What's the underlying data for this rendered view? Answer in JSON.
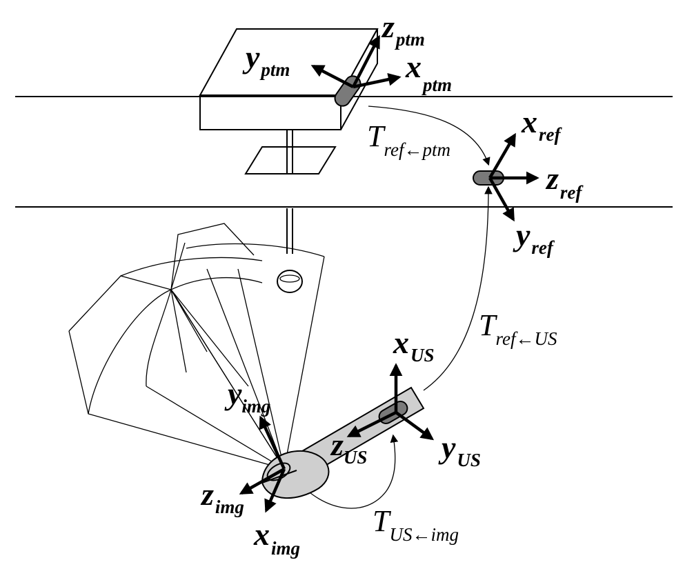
{
  "colors": {
    "line": "#000000",
    "probe_fill": "#cfcfcf",
    "marker_fill": "#7a7a7a",
    "background": "#ffffff"
  },
  "frames": {
    "ptm": {
      "x_symbol": "x",
      "y_symbol": "y",
      "z_symbol": "z",
      "subscript": "ptm"
    },
    "ref": {
      "x_symbol": "x",
      "y_symbol": "y",
      "z_symbol": "z",
      "subscript": "ref"
    },
    "us": {
      "x_symbol": "x",
      "y_symbol": "y",
      "z_symbol": "z",
      "subscript": "US"
    },
    "img": {
      "x_symbol": "x",
      "y_symbol": "y",
      "z_symbol": "z",
      "subscript": "img"
    }
  },
  "transforms": {
    "ref_from_ptm": {
      "symbol": "T",
      "subscript": "ref←ptm"
    },
    "ref_from_us": {
      "symbol": "T",
      "subscript": "ref←US"
    },
    "us_from_img": {
      "symbol": "T",
      "subscript": "US←img"
    }
  }
}
